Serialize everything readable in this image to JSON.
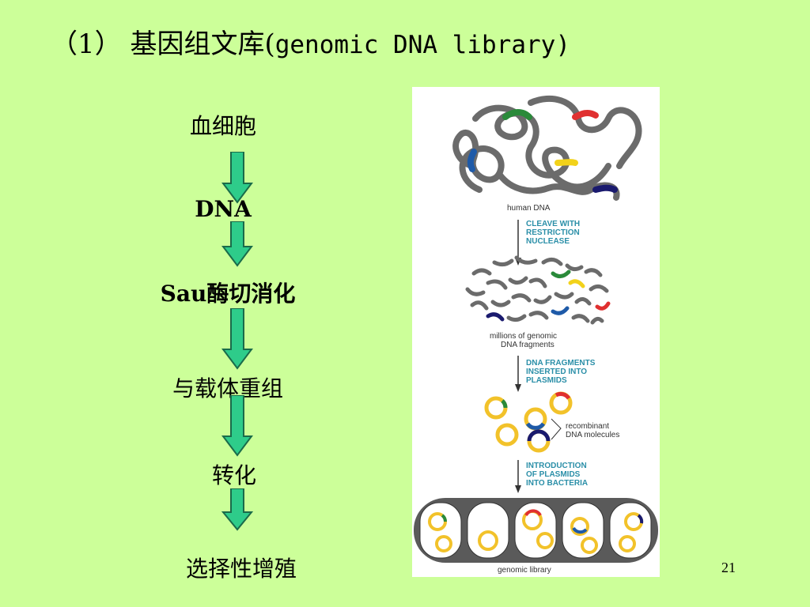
{
  "slide": {
    "title_cn": "（1） 基因组文库(",
    "title_en": "genomic DNA library)",
    "page_number": "21"
  },
  "flow": {
    "steps": [
      "血细胞",
      "DNA",
      "Sau酶切消化",
      "与载体重组",
      "转化",
      "选择性增殖"
    ],
    "arrow_color": "#2ecc8a"
  },
  "figure": {
    "human_dna_label": "human DNA",
    "step1": [
      "CLEAVE WITH",
      "RESTRICTION",
      "NUCLEASE"
    ],
    "fragments_label": [
      "millions of genomic",
      "DNA fragments"
    ],
    "step2": [
      "DNA FRAGMENTS",
      "INSERTED INTO",
      "PLASMIDS"
    ],
    "recombinant_label": [
      "recombinant",
      "DNA molecules"
    ],
    "step3": [
      "INTRODUCTION",
      "OF PLASMIDS",
      "INTO BACTERIA"
    ],
    "library_label": "genomic library",
    "step_text_color": "#2b8fa8"
  }
}
